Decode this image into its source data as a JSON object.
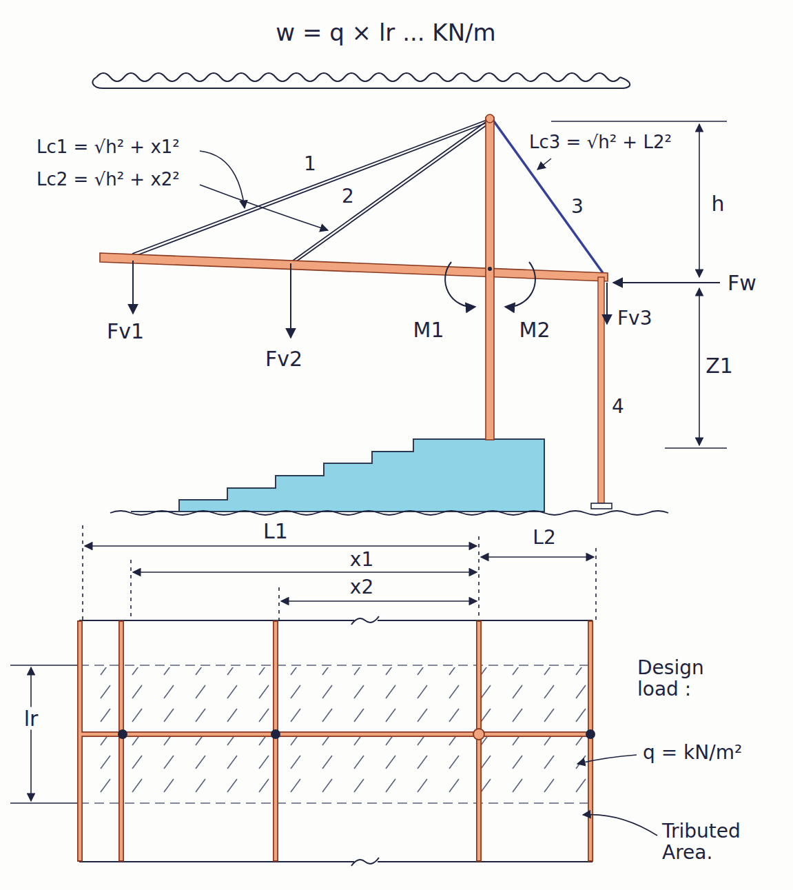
{
  "diagram": {
    "labels": [
      "w = q × lr ... KN/m",
      "Lc1 = √h² + x1²",
      "Lc2 = √h² + x2²",
      "1",
      "2",
      "Lc3 = √h² + L2²",
      "3",
      "h",
      "Fw",
      "M1",
      "M2",
      "Fv1",
      "Fv2",
      "Fv3",
      "Z1",
      "4",
      "L1",
      "L2",
      "x1",
      "x2",
      "lr",
      "Design load :",
      "q = kN/m²",
      "Tributed Area."
    ]
  }
}
